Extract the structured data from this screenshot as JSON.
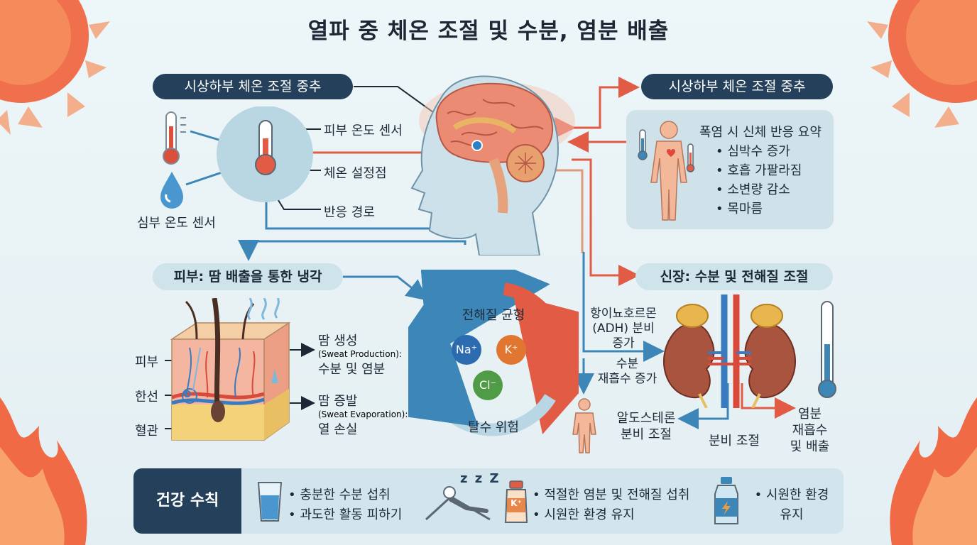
{
  "title": "열파 중 체온 조절 및 수분, 염분 배출",
  "hypothalamus_left": {
    "heading": "시상하부 체온 조절 중추",
    "labels": {
      "skin_sensor": "피부 온도 센서",
      "set_point": "체온 설정점",
      "response_path": "반응 경로",
      "core_sensor": "심부 온도 센서"
    }
  },
  "hypothalamus_right": {
    "heading": "시상하부 체온 조절 중추",
    "summary_title": "폭염 시 신체 반응 요약",
    "summary_items": [
      "심박수 증가",
      "호흡 가팔라짐",
      "소변량 감소",
      "목마름"
    ]
  },
  "skin": {
    "heading": "피부: 땀 배출을 통한 냉각",
    "labels": {
      "skin": "피부",
      "sweat_gland": "한선",
      "vessel": "혈관"
    },
    "production": {
      "title": "땀 생성",
      "english": "(Sweat Production):",
      "desc": "수분 및 염분"
    },
    "evaporation": {
      "title": "땀 증발",
      "english": "(Sweat Evaporation):",
      "desc": "열 손실"
    }
  },
  "cycle": {
    "top_label": "전해질 균형",
    "bottom_label": "탈수 위험",
    "ions": {
      "na": "Na⁺",
      "k": "K⁺",
      "cl": "Cl⁻"
    }
  },
  "kidney": {
    "heading": "신장: 수분 및 전해질 조절",
    "adh_line1": "항이뇨호르몬",
    "adh_line2": "(ADH) 분비",
    "adh_line3": "증가",
    "reabsorb_line1": "수분",
    "reabsorb_line2": "재흡수 증가",
    "aldo_line1": "알도스테론",
    "aldo_line2": "분비 조절",
    "secretion": "분비 조절",
    "salt_line1": "염분",
    "salt_line2": "재흡수",
    "salt_line3": "및 배출"
  },
  "tips": {
    "heading": "건강 수칙",
    "group1": [
      "충분한 수분 섭취",
      "과도한 활동 피하기"
    ],
    "sleep_icon_text": "z z Z",
    "group2": [
      "적절한 염분 및 전해질 섭취",
      "시원한 환경 유지"
    ],
    "bottle_label": "K⁺",
    "group3_line1": "• 시원한 환경",
    "group3_line2": "유지"
  },
  "colors": {
    "navy": "#24405a",
    "panel": "#cfe2ea",
    "heat_red": "#e25b44",
    "cool_blue": "#3d87b8"
  }
}
